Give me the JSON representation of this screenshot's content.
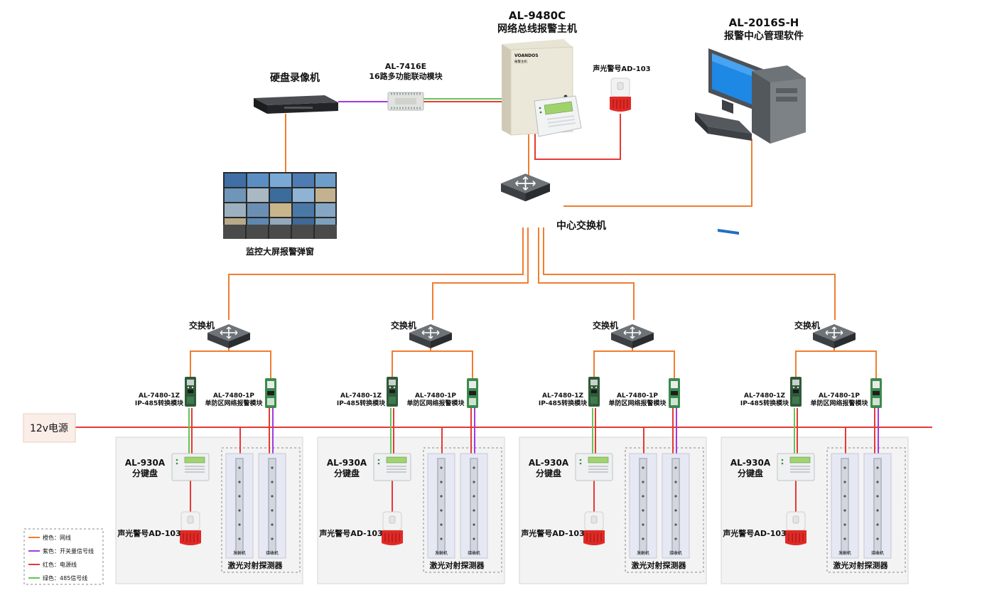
{
  "top": {
    "host_model": "AL-9480C",
    "host_name": "网络总线报警主机",
    "software_model": "AL-2016S-H",
    "software_name": "报警中心管理软件",
    "nvr_label": "硬盘录像机",
    "linkage_model": "AL-7416E",
    "linkage_name": "16路多功能联动模块",
    "siren_label": "声光警号AD-103",
    "videowall_label": "监控大屏报警弹窗",
    "core_switch_label": "中心交换机",
    "host_brand": "VOANDOS",
    "host_brand_sub": "报警主机"
  },
  "power_label": "12v电源",
  "zones": [
    {
      "switch_label": "交换机",
      "iz_model": "AL-7480-1Z",
      "iz_name": "IP-485转换模块",
      "ip_model": "AL-7480-1P",
      "ip_name": "单防区网络报警模块",
      "keypad_model": "AL-930A",
      "keypad_name": "分键盘",
      "siren_label": "声光警号AD-103",
      "detector_label": "激光对射探测器",
      "tx_label": "发射机",
      "rx_label": "接收机"
    },
    {
      "switch_label": "交换机",
      "iz_model": "AL-7480-1Z",
      "iz_name": "IP-485转换模块",
      "ip_model": "AL-7480-1P",
      "ip_name": "单防区网络报警模块",
      "keypad_model": "AL-930A",
      "keypad_name": "分键盘",
      "siren_label": "声光警号AD-103",
      "detector_label": "激光对射探测器",
      "tx_label": "发射机",
      "rx_label": "接收机"
    },
    {
      "switch_label": "交换机",
      "iz_model": "AL-7480-1Z",
      "iz_name": "IP-485转换模块",
      "ip_model": "AL-7480-1P",
      "ip_name": "单防区网络报警模块",
      "keypad_model": "AL-930A",
      "keypad_name": "分键盘",
      "siren_label": "声光警号AD-103",
      "detector_label": "激光对射探测器",
      "tx_label": "发射机",
      "rx_label": "接收机"
    },
    {
      "switch_label": "交换机",
      "iz_model": "AL-7480-1Z",
      "iz_name": "IP-485转换模块",
      "ip_model": "AL-7480-1P",
      "ip_name": "单防区网络报警模块",
      "keypad_model": "AL-930A",
      "keypad_name": "分键盘",
      "siren_label": "声光警号AD-103",
      "detector_label": "激光对射探测器",
      "tx_label": "发射机",
      "rx_label": "接收机"
    }
  ],
  "legend": [
    {
      "text": "橙色：网线",
      "color": "#f07d30"
    },
    {
      "text": "紫色：开关量信号线",
      "color": "#a13ae0"
    },
    {
      "text": "红色：电源线",
      "color": "#e53935"
    },
    {
      "text": "绿色：485信号线",
      "color": "#62c659"
    }
  ]
}
